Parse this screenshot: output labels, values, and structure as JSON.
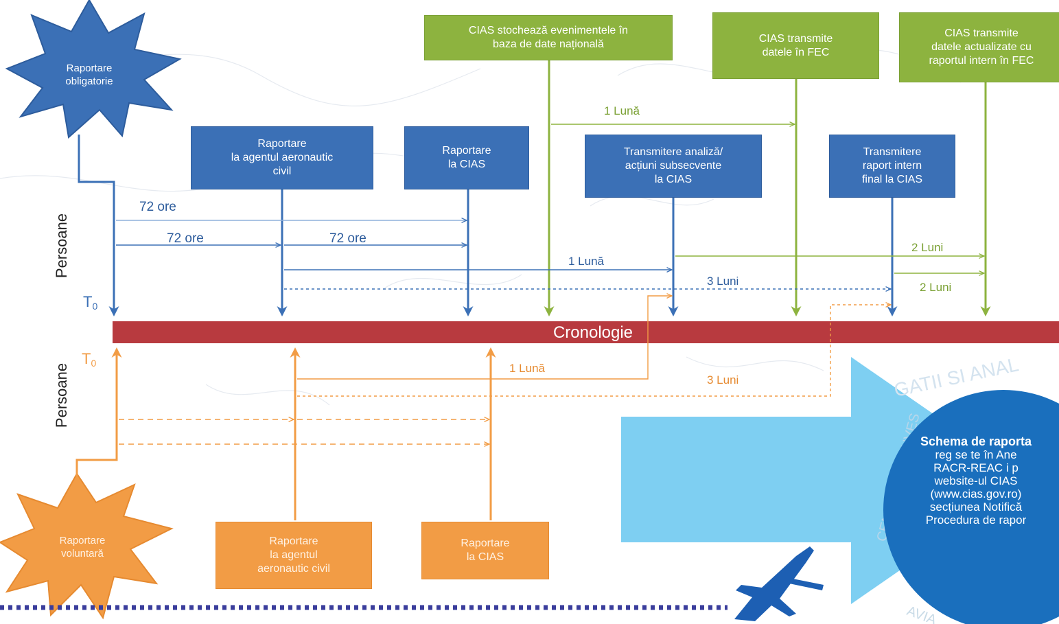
{
  "burst_mandatory": {
    "line1": "Raportare",
    "line2": "obligatorie"
  },
  "burst_voluntary": {
    "line1": "Raportare",
    "line2": "voluntară"
  },
  "green_boxes": [
    {
      "line1": "CIAS stochează evenimentele în",
      "line2": "baza de date națională"
    },
    {
      "line1": "CIAS  transmite",
      "line2": "datele în FEC"
    },
    {
      "line1": "CIAS  transmite",
      "line2": "datele actualizate cu",
      "line3": "raportul intern în FEC"
    }
  ],
  "blue_boxes": [
    {
      "line1": "Raportare",
      "line2": "la agentul aeronautic",
      "line3": "civil"
    },
    {
      "line1": "Raportare",
      "line2": "la CIAS"
    },
    {
      "line1": "Transmitere analiză/",
      "line2": "acțiuni subsecvente",
      "line3": "la CIAS"
    },
    {
      "line1": "Transmitere",
      "line2": "raport intern",
      "line3": "final la CIAS"
    }
  ],
  "orange_boxes": [
    {
      "line1": "Raportare",
      "line2": "la agentul",
      "line3": "aeronautic civil"
    },
    {
      "line1": "Raportare",
      "line2": "la CIAS"
    }
  ],
  "side_labels": {
    "top": "Persoane",
    "bottom": "Persoane"
  },
  "t0_label": "T",
  "t0_sub": "0",
  "timeline_label": "Cronologie",
  "durations": {
    "green_1luna": "1 Lună",
    "blue_72a": "72 ore",
    "blue_72b": "72 ore",
    "blue_72c": "72 ore",
    "blue_1luna": "1 Lună",
    "blue_3luni": "3 Luni",
    "green_2luni_a": "2 Luni",
    "green_2luni_b": "2 Luni",
    "orange_1luna": "1 Lună",
    "orange_3luni": "3 Luni"
  },
  "watermark": {
    "arc_top": "GATII SI ANAL",
    "left": "CENTRUL DE INVES",
    "bottom": "AVIA"
  },
  "info_circle": {
    "title": "Schema de raporta",
    "line1": "reg  se  te în Ane",
    "line2": "RACR-REAC   i p",
    "line3": "website-ul CIAS",
    "line4": "(www.cias.gov.ro)",
    "line5": "secțiunea Notifică",
    "line6": "Procedura de rapor"
  },
  "colors": {
    "blue": "#3b70b6",
    "green": "#8db33f",
    "orange": "#f29c45",
    "timeline": "#b83a3f",
    "circle": "#1a6fbd",
    "big_arrow": "#7ecff2"
  }
}
